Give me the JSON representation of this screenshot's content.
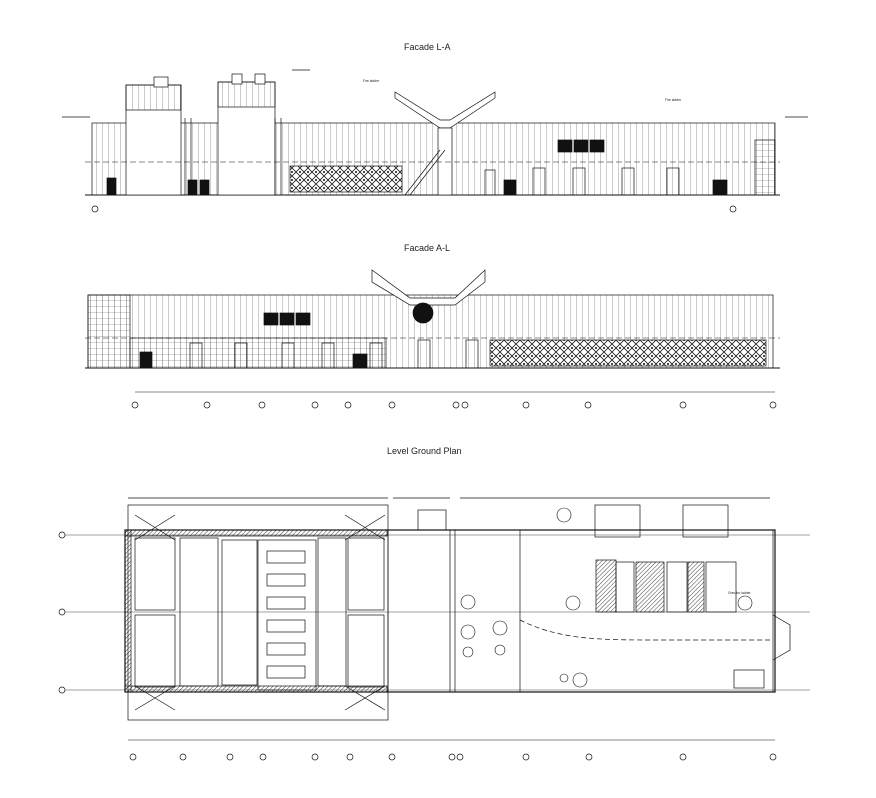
{
  "drawing": {
    "facade_la_title": "Facade L-A",
    "facade_al_title": "Facade A-L",
    "ground_plan_title": "Level Ground Plan"
  },
  "facade_la": {
    "labels": [
      "Fire ladder",
      "Fire ladder"
    ]
  },
  "plan": {
    "labels": [
      "Grec for ladder"
    ]
  }
}
